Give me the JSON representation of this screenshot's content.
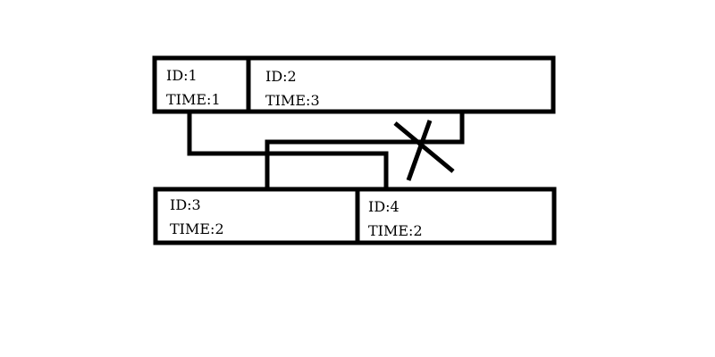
{
  "diagram": {
    "colors": {
      "stroke": "#000000",
      "background": "#ffffff"
    },
    "tasks": [
      {
        "id_text": "ID:1",
        "time_text": "TIME:1"
      },
      {
        "id_text": "ID:2",
        "time_text": "TIME:3"
      },
      {
        "id_text": "ID:3",
        "time_text": "TIME:2"
      },
      {
        "id_text": "ID:4",
        "time_text": "TIME:2"
      }
    ],
    "links": [
      {
        "from": "ID:1",
        "to": "ID:4",
        "crossed_out": false
      },
      {
        "from": "ID:2",
        "to": "ID:3",
        "crossed_out": true
      }
    ]
  }
}
